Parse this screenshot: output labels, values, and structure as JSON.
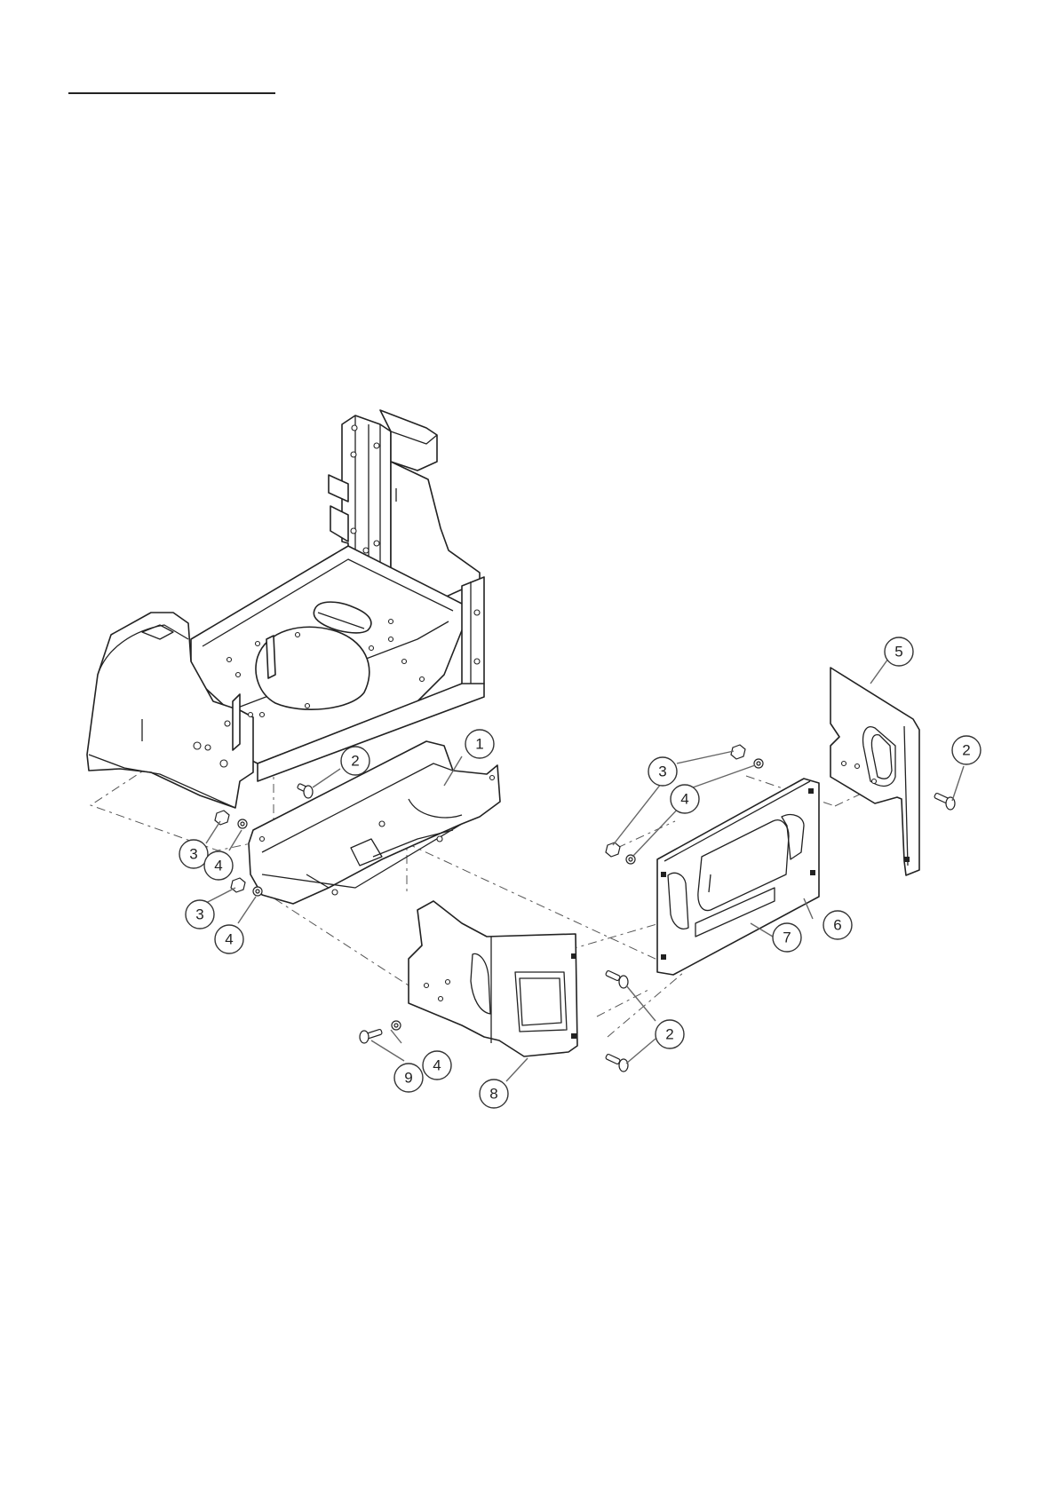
{
  "callouts": [
    {
      "id": "c1",
      "label": "1"
    },
    {
      "id": "c2a",
      "label": "2"
    },
    {
      "id": "c2b",
      "label": "2"
    },
    {
      "id": "c2c",
      "label": "2"
    },
    {
      "id": "c3a",
      "label": "3"
    },
    {
      "id": "c3b",
      "label": "3"
    },
    {
      "id": "c3c",
      "label": "3"
    },
    {
      "id": "c4a",
      "label": "4"
    },
    {
      "id": "c4b",
      "label": "4"
    },
    {
      "id": "c4c",
      "label": "4"
    },
    {
      "id": "c4d",
      "label": "4"
    },
    {
      "id": "c5",
      "label": "5"
    },
    {
      "id": "c6",
      "label": "6"
    },
    {
      "id": "c7",
      "label": "7"
    },
    {
      "id": "c8",
      "label": "8"
    },
    {
      "id": "c9",
      "label": "9"
    }
  ]
}
